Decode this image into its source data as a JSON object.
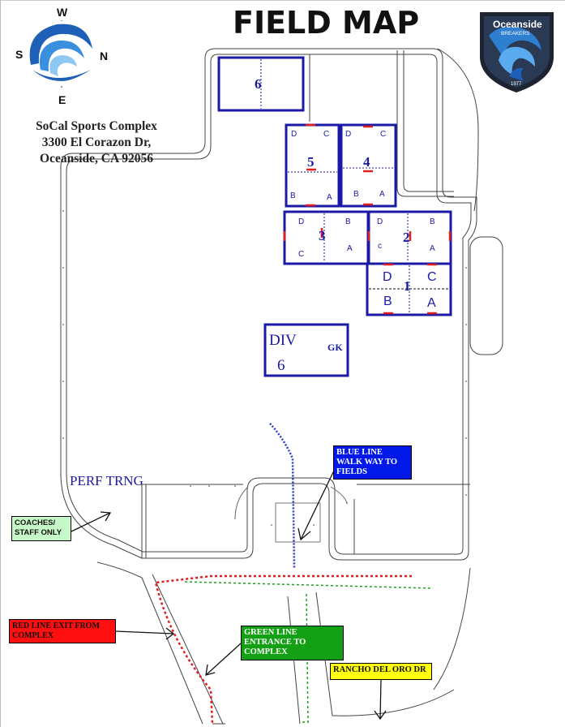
{
  "title": "FIELD MAP",
  "address": {
    "line1": "SoCal Sports Complex",
    "line2": "3300 El Corazon Dr,",
    "line3": "Oceanside, CA 92056"
  },
  "compass": {
    "top": "W",
    "left": "S",
    "right": "N",
    "bottom": "E"
  },
  "club_logo": {
    "name": "Oceanside",
    "sub": "BREAKERS",
    "year": "1977"
  },
  "fields": {
    "f6": "6",
    "f5": "5",
    "f4": "4",
    "f3": "3",
    "f2": "2",
    "f1": "1",
    "div": "DIV",
    "div_num": "6",
    "gk": "GK",
    "perf": "PERF TRNG"
  },
  "quadrants": {
    "f5": {
      "tl": "D",
      "tr": "C",
      "bl": "B",
      "br": "A"
    },
    "f4": {
      "tl": "D",
      "tr": "C",
      "bl": "B",
      "br": "A"
    },
    "f3": {
      "tl": "D",
      "tr": "B",
      "bl": "C",
      "br": "A"
    },
    "f2": {
      "tl": "D",
      "tr": "B",
      "bl": "c",
      "br": "A"
    },
    "f1": {
      "tl": "D",
      "tr": "C",
      "bl": "B",
      "br": "A"
    }
  },
  "labels": {
    "blue": "BLUE LINE WALK WAY TO FIELDS",
    "coaches": "COACHES/ STAFF ONLY",
    "red": "RED LINE EXIT FROM COMPLEX",
    "green": "GREEN LINE ENTRANCE TO COMPLEX",
    "street": "RANCHO DEL ORO DR"
  },
  "colors": {
    "field_border": "#1a1aa6",
    "blue_path": "#2a3ad0",
    "red_path": "#e02020",
    "green_path": "#1aa01a",
    "logo_blue": "#1e5fb8",
    "shield_dark": "#1d2330"
  }
}
